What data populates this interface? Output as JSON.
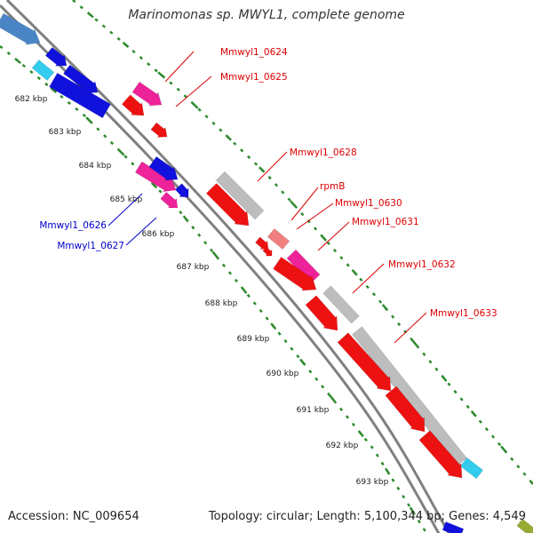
{
  "title": "Marinomonas sp. MWYL1, complete genome",
  "accession_text": "Accession: NC_009654",
  "summary_text": "Topology: circular; Length: 5,100,344 bp; Genes: 4,549",
  "colors": {
    "backbone": "#808080",
    "tick": "#2e8b2e",
    "forward_label": "#dd0000",
    "reverse_label": "#0000cc",
    "gene_red": "#ee1111",
    "gene_magenta": "#ee2299",
    "gene_grey": "#bdbdbd",
    "gene_blue": "#1111dd",
    "gene_cyan": "#33ccee",
    "gene_salmon": "#f08080",
    "gene_steel": "#4a86c6",
    "gene_olive": "#99aa33"
  },
  "scale_labels": [
    "682 kbp",
    "683 kbp",
    "684 kbp",
    "685 kbp",
    "686 kbp",
    "687 kbp",
    "688 kbp",
    "689 kbp",
    "690 kbp",
    "691 kbp",
    "692 kbp",
    "693 kbp"
  ],
  "gene_labels": [
    {
      "text": "Mmwyl1_0624",
      "strand": "forward"
    },
    {
      "text": "Mmwyl1_0625",
      "strand": "forward"
    },
    {
      "text": "Mmwyl1_0628",
      "strand": "forward"
    },
    {
      "text": "rpmB",
      "strand": "forward"
    },
    {
      "text": "Mmwyl1_0630",
      "strand": "forward"
    },
    {
      "text": "Mmwyl1_0631",
      "strand": "forward"
    },
    {
      "text": "Mmwyl1_0632",
      "strand": "forward"
    },
    {
      "text": "Mmwyl1_0633",
      "strand": "forward"
    },
    {
      "text": "Mmwyl1_0626",
      "strand": "reverse"
    },
    {
      "text": "Mmwyl1_0627",
      "strand": "reverse"
    }
  ]
}
